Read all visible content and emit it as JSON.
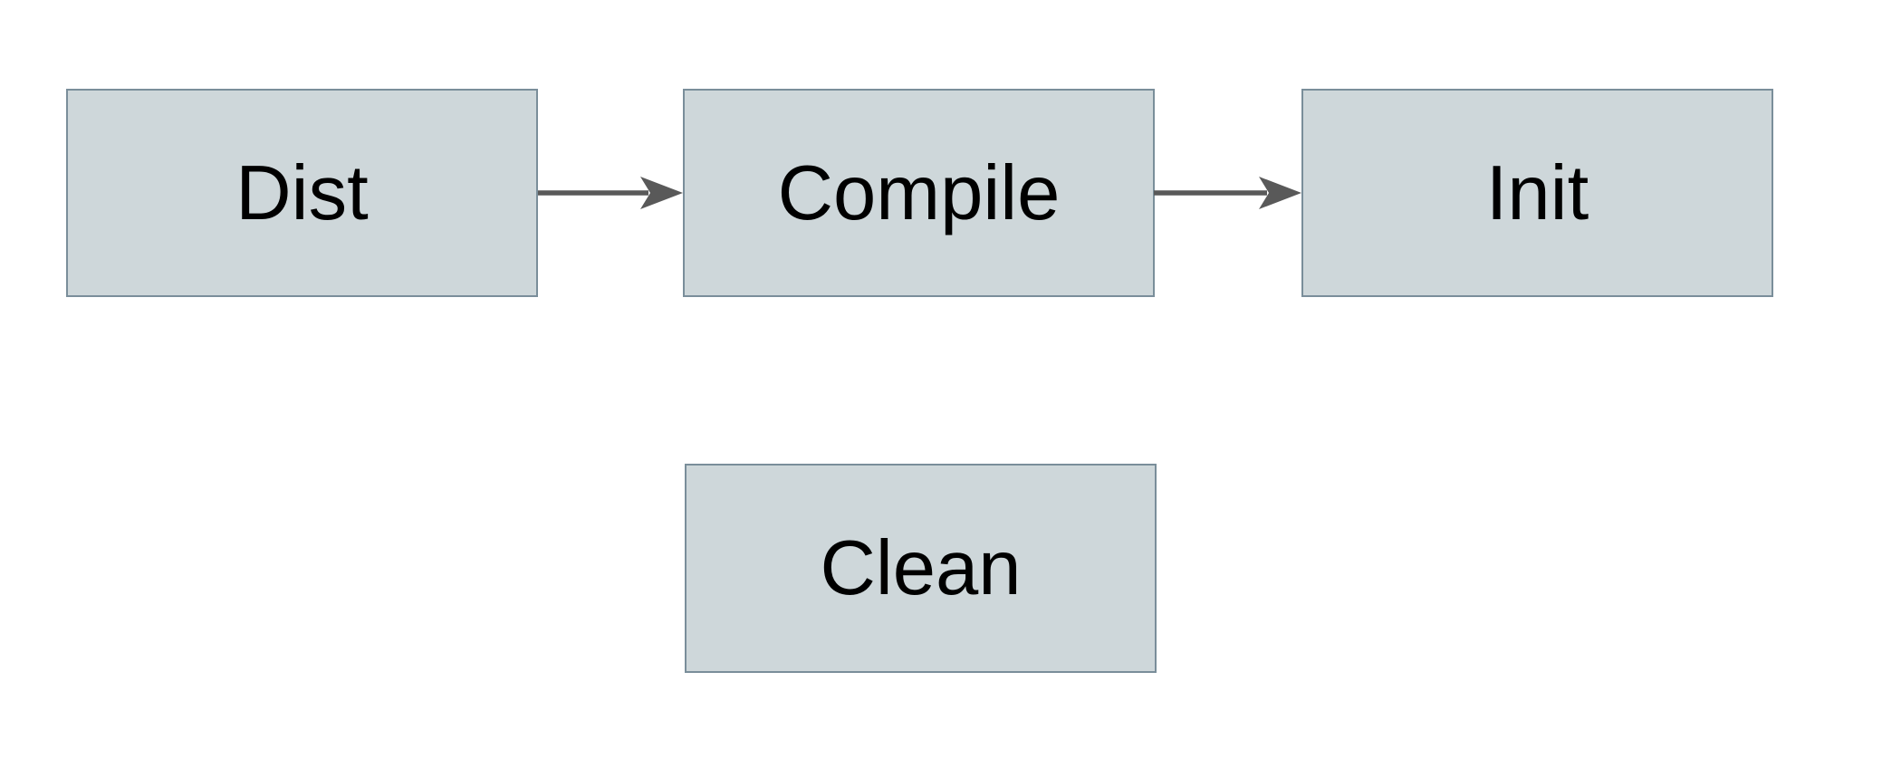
{
  "diagram": {
    "title": "",
    "nodes": [
      {
        "id": "dist",
        "label": "Dist"
      },
      {
        "id": "compile",
        "label": "Compile"
      },
      {
        "id": "init",
        "label": "Init"
      },
      {
        "id": "clean",
        "label": "Clean"
      }
    ],
    "edges": [
      {
        "from": "Dist",
        "to": "Compile",
        "style": "arrow-right"
      },
      {
        "from": "Compile",
        "to": "Init",
        "style": "arrow-right"
      }
    ]
  },
  "colors": {
    "background": "#ffffff",
    "node_fill": "#ced7da",
    "node_border": "#7a8e9a",
    "arrow": "#595959",
    "text": "#000000"
  }
}
